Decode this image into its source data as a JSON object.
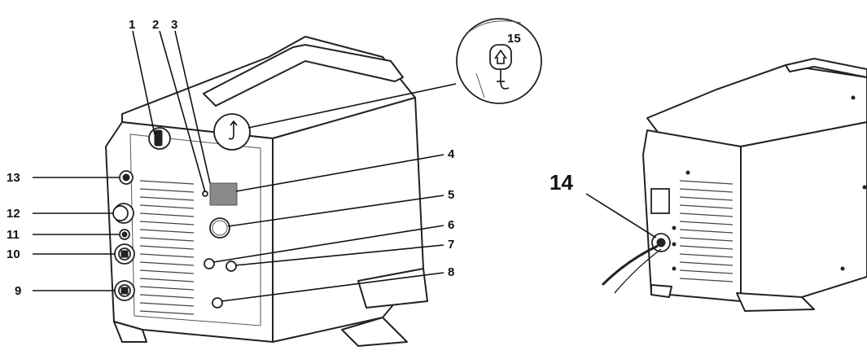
{
  "callouts": {
    "c1": "1",
    "c2": "2",
    "c3": "3",
    "c4": "4",
    "c5": "5",
    "c6": "6",
    "c7": "7",
    "c8": "8",
    "c9": "9",
    "c10": "10",
    "c11": "11",
    "c12": "12",
    "c13": "13",
    "c14": "14",
    "c15": "15"
  },
  "colors": {
    "outline": "#222222",
    "panel_box": "#8a8a8a",
    "background": "#ffffff"
  }
}
